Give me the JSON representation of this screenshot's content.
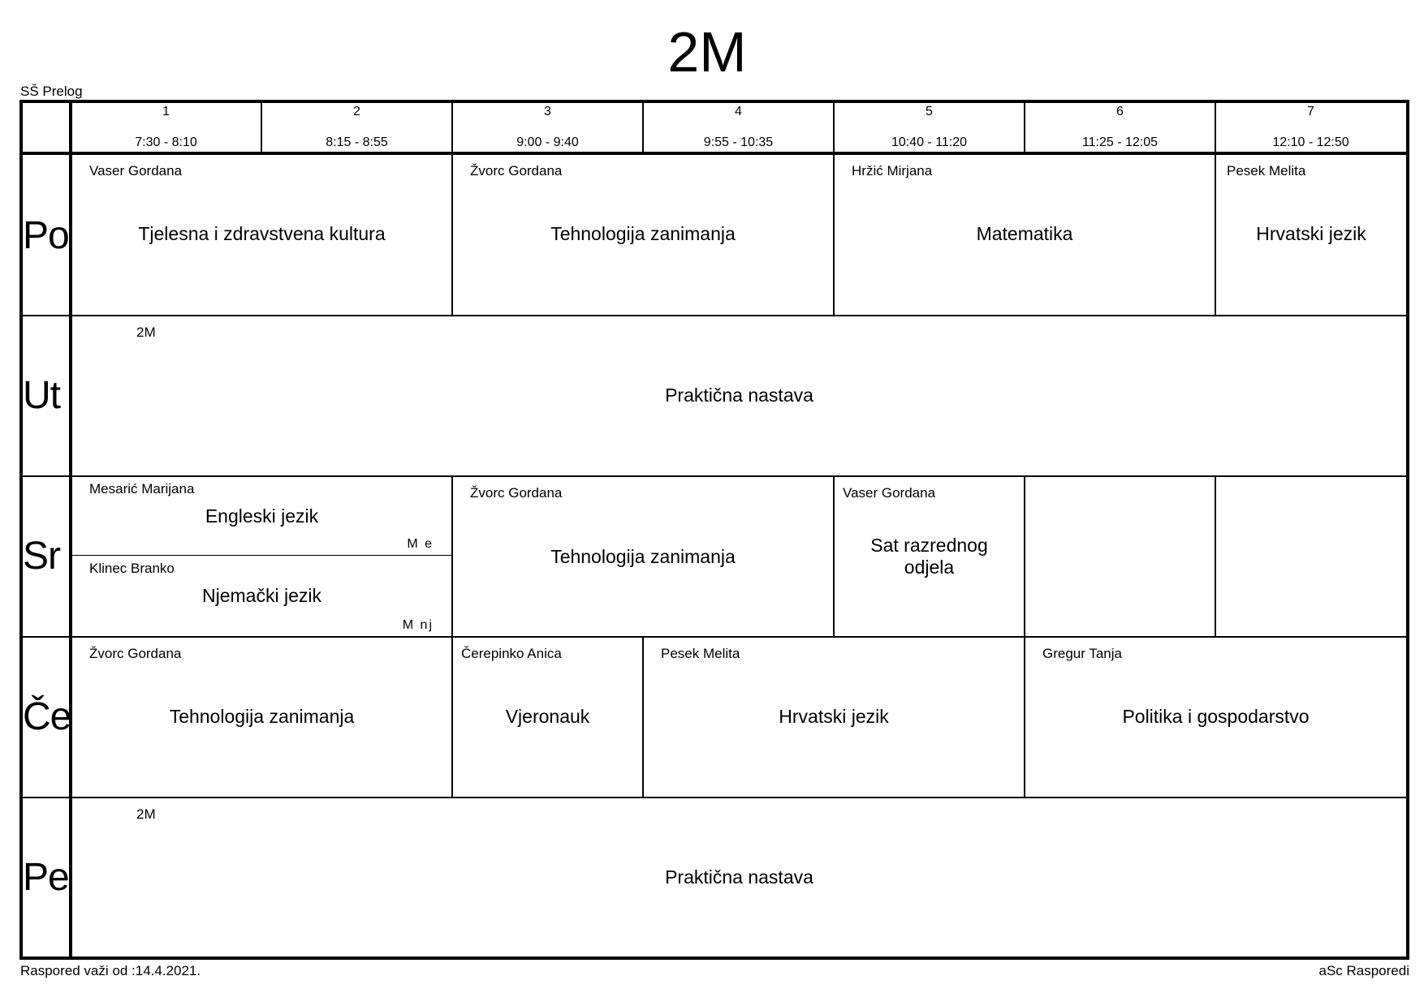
{
  "title": "2M",
  "school": "SŠ Prelog",
  "footer": {
    "valid_from": "Raspored važi od :14.4.2021.",
    "brand": "aSc Rasporedi"
  },
  "periods": [
    {
      "num": "1",
      "time": "7:30 - 8:10"
    },
    {
      "num": "2",
      "time": "8:15 - 8:55"
    },
    {
      "num": "3",
      "time": "9:00 - 9:40"
    },
    {
      "num": "4",
      "time": "9:55 - 10:35"
    },
    {
      "num": "5",
      "time": "10:40 - 11:20"
    },
    {
      "num": "6",
      "time": "11:25 - 12:05"
    },
    {
      "num": "7",
      "time": "12:10 - 12:50"
    }
  ],
  "days": [
    "Po",
    "Ut",
    "Sr",
    "Če",
    "Pe"
  ],
  "lessons": {
    "po": [
      {
        "teacher": "Vaser Gordana",
        "subject": "Tjelesna i zdravstvena kultura"
      },
      {
        "teacher": "Žvorc Gordana",
        "subject": "Tehnologija zanimanja"
      },
      {
        "teacher": "Hržić Mirjana",
        "subject": "Matematika"
      },
      {
        "teacher": "Pesek Melita",
        "subject": "Hrvatski jezik"
      }
    ],
    "ut": [
      {
        "teacher": "2M",
        "subject": "Praktična nastava"
      }
    ],
    "sr": [
      {
        "teacher": "Mesarić Marijana",
        "subject": "Engleski jezik",
        "room": "M e"
      },
      {
        "teacher": "Klinec Branko",
        "subject": "Njemački jezik",
        "room": "M nj"
      },
      {
        "teacher": "Žvorc Gordana",
        "subject": "Tehnologija zanimanja"
      },
      {
        "teacher": "Vaser Gordana",
        "subject_line1": "Sat razrednog",
        "subject_line2": "odjela"
      }
    ],
    "ce": [
      {
        "teacher": "Žvorc Gordana",
        "subject": "Tehnologija zanimanja"
      },
      {
        "teacher": "Čerepinko Anica",
        "subject": "Vjeronauk"
      },
      {
        "teacher": "Pesek Melita",
        "subject": "Hrvatski jezik"
      },
      {
        "teacher": "Gregur Tanja",
        "subject": "Politika i gospodarstvo"
      }
    ],
    "pe": [
      {
        "teacher": "2M",
        "subject": "Praktična nastava"
      }
    ]
  }
}
